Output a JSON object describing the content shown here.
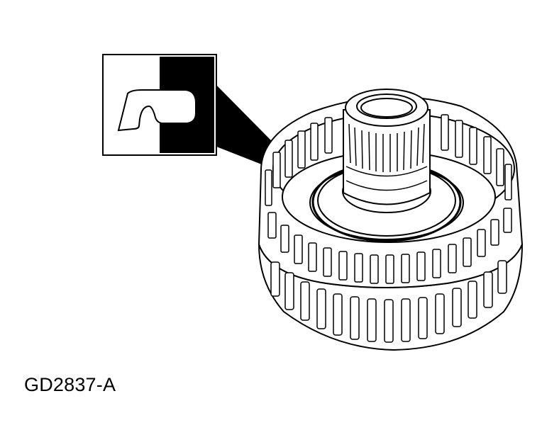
{
  "figure": {
    "id_label": "GD2837-A"
  },
  "colors": {
    "line": "#000000",
    "fill": "#ffffff"
  },
  "icons": {
    "detail_inset": "seal-ring-cross-section-detail",
    "part": "clutch-drum-assembly"
  }
}
